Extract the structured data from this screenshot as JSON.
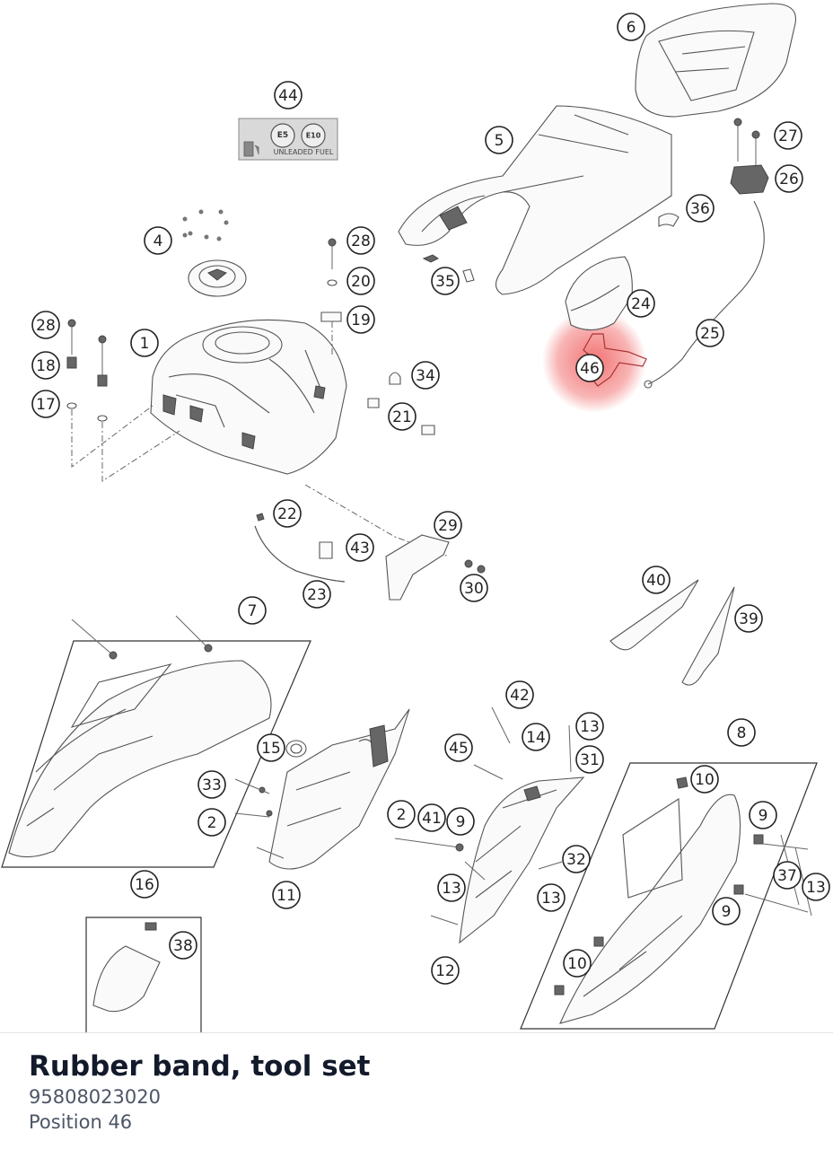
{
  "part": {
    "title": "Rubber band, tool set",
    "number": "95808023020",
    "position": "Position 46"
  },
  "fuel_label": {
    "badges": [
      "E5",
      "E10"
    ],
    "text": "UNLEADED FUEL"
  },
  "highlight": {
    "color": "#f05a5a",
    "callout": "46"
  },
  "callouts": [
    {
      "id": "c6",
      "label": "6"
    },
    {
      "id": "c44",
      "label": "44"
    },
    {
      "id": "c5",
      "label": "5"
    },
    {
      "id": "c27",
      "label": "27"
    },
    {
      "id": "c26",
      "label": "26"
    },
    {
      "id": "c36",
      "label": "36"
    },
    {
      "id": "c4",
      "label": "4"
    },
    {
      "id": "c28a",
      "label": "28"
    },
    {
      "id": "c20",
      "label": "20"
    },
    {
      "id": "c35",
      "label": "35"
    },
    {
      "id": "c24",
      "label": "24"
    },
    {
      "id": "c28b",
      "label": "28"
    },
    {
      "id": "c19",
      "label": "19"
    },
    {
      "id": "c1",
      "label": "1"
    },
    {
      "id": "c25",
      "label": "25"
    },
    {
      "id": "c18",
      "label": "18"
    },
    {
      "id": "c34",
      "label": "34"
    },
    {
      "id": "c46",
      "label": "46"
    },
    {
      "id": "c17",
      "label": "17"
    },
    {
      "id": "c21",
      "label": "21"
    },
    {
      "id": "c22",
      "label": "22"
    },
    {
      "id": "c29",
      "label": "29"
    },
    {
      "id": "c43",
      "label": "43"
    },
    {
      "id": "c23",
      "label": "23"
    },
    {
      "id": "c30",
      "label": "30"
    },
    {
      "id": "c40",
      "label": "40"
    },
    {
      "id": "c7",
      "label": "7"
    },
    {
      "id": "c39",
      "label": "39"
    },
    {
      "id": "c42",
      "label": "42"
    },
    {
      "id": "c13a",
      "label": "13"
    },
    {
      "id": "c8",
      "label": "8"
    },
    {
      "id": "c15",
      "label": "15"
    },
    {
      "id": "c45",
      "label": "45"
    },
    {
      "id": "c14",
      "label": "14"
    },
    {
      "id": "c31",
      "label": "31"
    },
    {
      "id": "c10a",
      "label": "10"
    },
    {
      "id": "c33",
      "label": "33"
    },
    {
      "id": "c2a",
      "label": "2"
    },
    {
      "id": "c2b",
      "label": "2"
    },
    {
      "id": "c41",
      "label": "41"
    },
    {
      "id": "c9a",
      "label": "9"
    },
    {
      "id": "c9b",
      "label": "9"
    },
    {
      "id": "c32",
      "label": "32"
    },
    {
      "id": "c11",
      "label": "11"
    },
    {
      "id": "c13b",
      "label": "13"
    },
    {
      "id": "c13c",
      "label": "13"
    },
    {
      "id": "c37",
      "label": "37"
    },
    {
      "id": "c13d",
      "label": "13"
    },
    {
      "id": "c16",
      "label": "16"
    },
    {
      "id": "c9c",
      "label": "9"
    },
    {
      "id": "c38",
      "label": "38"
    },
    {
      "id": "c10b",
      "label": "10"
    },
    {
      "id": "c12",
      "label": "12"
    }
  ]
}
